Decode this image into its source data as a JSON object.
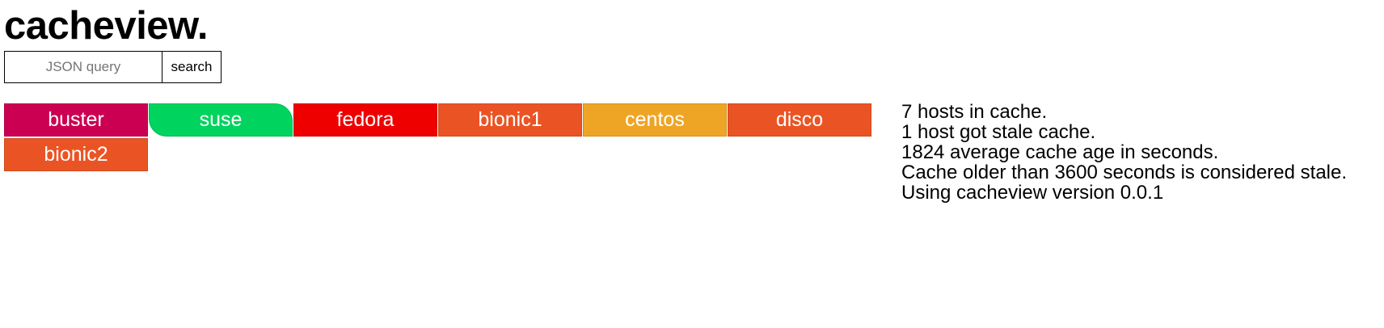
{
  "app": {
    "title": "cacheview."
  },
  "search": {
    "placeholder": "JSON query",
    "value": "",
    "button_label": "search"
  },
  "hosts": [
    {
      "name": "buster",
      "color": "#cc0052",
      "stale": false
    },
    {
      "name": "suse",
      "color": "#00d45e",
      "stale": true
    },
    {
      "name": "fedora",
      "color": "#ee0000",
      "stale": false
    },
    {
      "name": "bionic1",
      "color": "#ea5424",
      "stale": false
    },
    {
      "name": "centos",
      "color": "#eea526",
      "stale": false
    },
    {
      "name": "disco",
      "color": "#ea5424",
      "stale": false
    },
    {
      "name": "bionic2",
      "color": "#ea5424",
      "stale": false
    }
  ],
  "stats": {
    "hosts_in_cache": "7 hosts in cache.",
    "stale_hosts": "1 host got stale cache.",
    "average_age": "1824 average cache age in seconds.",
    "stale_threshold": "Cache older than 3600 seconds is considered stale.",
    "version": "Using cacheview version 0.0.1"
  }
}
